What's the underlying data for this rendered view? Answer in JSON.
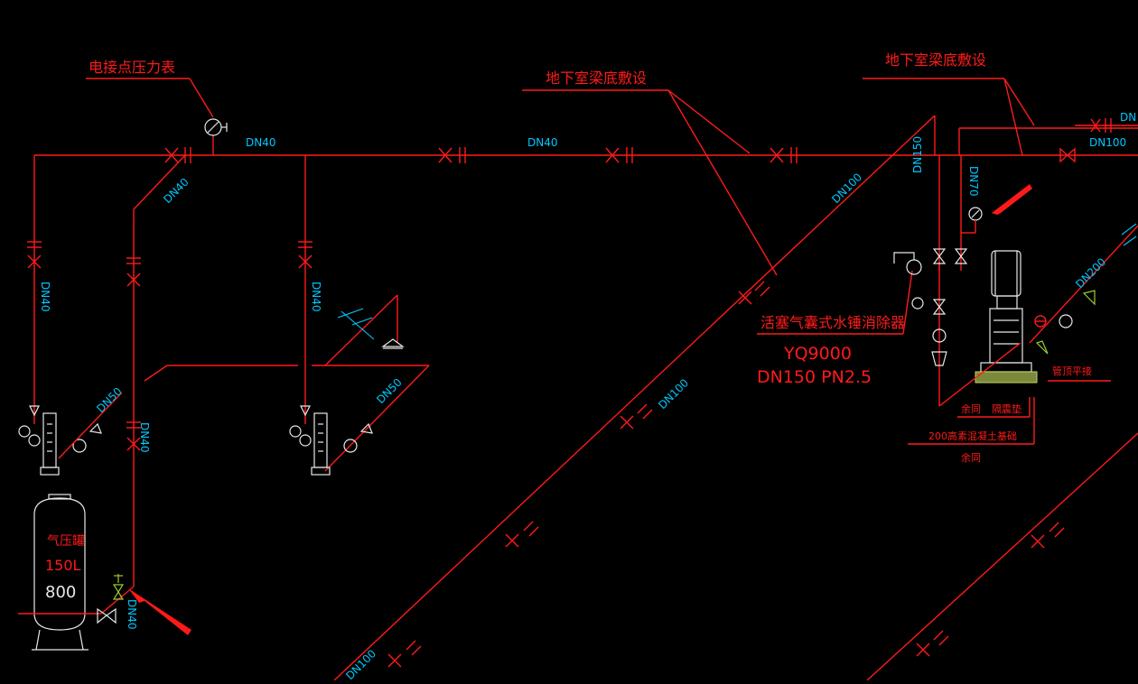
{
  "labels": {
    "pressure_gauge": "电接点压力表",
    "basement_beam_1": "地下室梁底敷设",
    "basement_beam_2": "地下室梁底敷设",
    "arrester": "活塞气囊式水锤消除器",
    "model": "YQ9000",
    "model_spec": "DN150   PN2.5",
    "tank_name": "气压罐",
    "tank_volume": "150L",
    "tank_dia": "800",
    "pipe_top": "管顶平接",
    "same1": "余同",
    "isolation": "隔震垫",
    "base": "200高素混凝土基础",
    "same2": "余同"
  },
  "pipe_sizes": {
    "dn40_main_a": "DN40",
    "dn40_main_b": "DN40",
    "dn40_diag": "DN40",
    "dn40_left": "DN40",
    "dn40_mid": "DN40",
    "dn40_low": "DN40",
    "dn40_bottom": "DN40",
    "dn50_a": "DN50",
    "dn50_b": "DN50",
    "dn100_top": "DN100",
    "dn100_mid": "DN100",
    "dn100_bot": "DN100",
    "dn100_right": "DN100",
    "dn150": "DN150",
    "dn70": "DN70",
    "dn200": "DN200",
    "dn_edge": "DN"
  },
  "colors": {
    "pipe": "#ff1a1a",
    "dimension": "#00c8ff",
    "equipment": "#e8e8e8",
    "accent": "#9acd32",
    "background": "#000000"
  }
}
